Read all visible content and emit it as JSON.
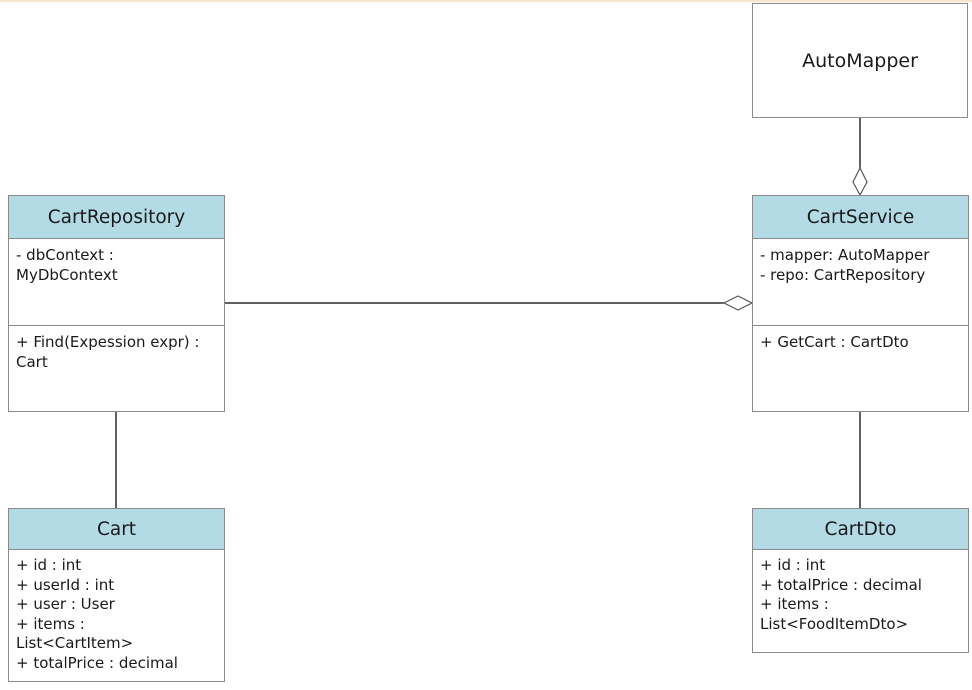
{
  "diagram": {
    "classes": {
      "automapper": {
        "name": "AutoMapper"
      },
      "cart_repository": {
        "name": "CartRepository",
        "attributes": [
          "- dbContext :\nMyDbContext"
        ],
        "methods": [
          "+ Find(Expession expr) :\nCart"
        ]
      },
      "cart_service": {
        "name": "CartService",
        "attributes": [
          "- mapper: AutoMapper",
          "- repo: CartRepository"
        ],
        "methods": [
          "+ GetCart : CartDto"
        ]
      },
      "cart": {
        "name": "Cart",
        "attributes": [
          "+ id : int",
          "+ userId : int",
          "+ user : User",
          "+ items :\nList<CartItem>",
          "+ totalPrice : decimal"
        ]
      },
      "cart_dto": {
        "name": "CartDto",
        "attributes": [
          "+ id : int",
          "+ totalPrice : decimal",
          "+ items :\nList<FoodItemDto>"
        ]
      }
    },
    "relations": [
      {
        "from": "AutoMapper",
        "to": "CartService",
        "type": "aggregation"
      },
      {
        "from": "CartRepository",
        "to": "CartService",
        "type": "aggregation"
      },
      {
        "from": "CartRepository",
        "to": "Cart",
        "type": "association"
      },
      {
        "from": "CartService",
        "to": "CartDto",
        "type": "association"
      }
    ]
  }
}
